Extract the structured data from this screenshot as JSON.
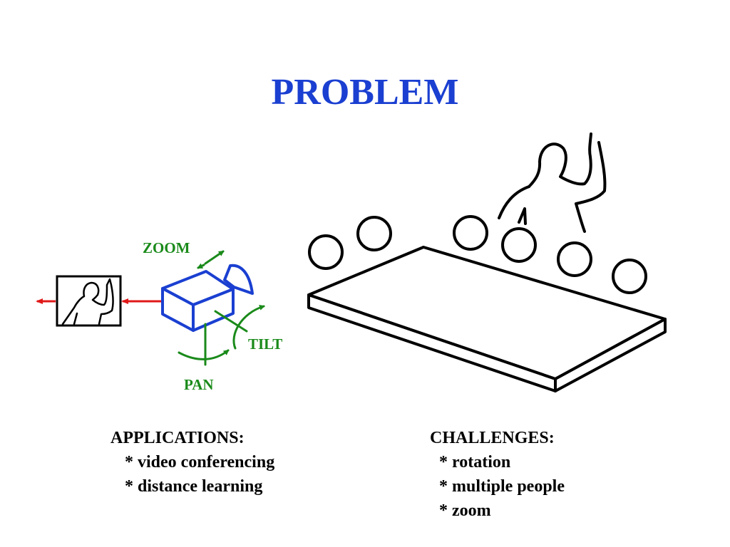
{
  "slide": {
    "title": "PROBLEM",
    "title_color": "#1a3fd1"
  },
  "diagram": {
    "labels": {
      "zoom": "ZOOM",
      "tilt": "TILT",
      "pan": "PAN"
    },
    "colors": {
      "camera": "#1a3fd1",
      "motion_arrows": "#1a8a1a",
      "signal_arrows": "#e01818",
      "outline": "#000000"
    },
    "icons": [
      "monitor-icon",
      "camera-icon",
      "person-icon",
      "table-icon",
      "head-icon"
    ]
  },
  "applications": {
    "heading": "APPLICATIONS:",
    "items": [
      "* video conferencing",
      "* distance learning"
    ]
  },
  "challenges": {
    "heading": "CHALLENGES:",
    "items": [
      "* rotation",
      "* multiple people",
      "* zoom"
    ]
  }
}
